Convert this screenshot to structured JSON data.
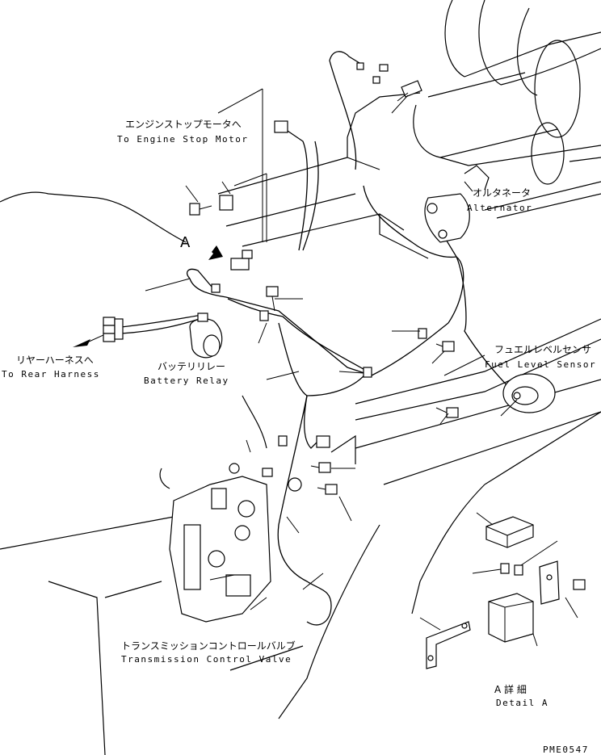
{
  "labels": {
    "engine_stop_jp": "エンジンストップモータへ",
    "engine_stop_en": "To Engine Stop Motor",
    "alternator_jp": "オルタネータ",
    "alternator_en": "Alternator",
    "rear_harness_jp": "リヤーハーネスへ",
    "rear_harness_en": "To Rear Harness",
    "battery_relay_jp": "バッテリリレー",
    "battery_relay_en": "Battery Relay",
    "fuel_sensor_jp": "フュエルレベルセンサ",
    "fuel_sensor_en": "Fuel Level Sensor",
    "transmission_jp": "トランスミッションコントロールバルブ",
    "transmission_en": "Transmission Control Valve",
    "detail_marker": "A",
    "detail_jp": "A 詳 細",
    "detail_en": "Detail A",
    "drawing_code": "PME0547"
  }
}
